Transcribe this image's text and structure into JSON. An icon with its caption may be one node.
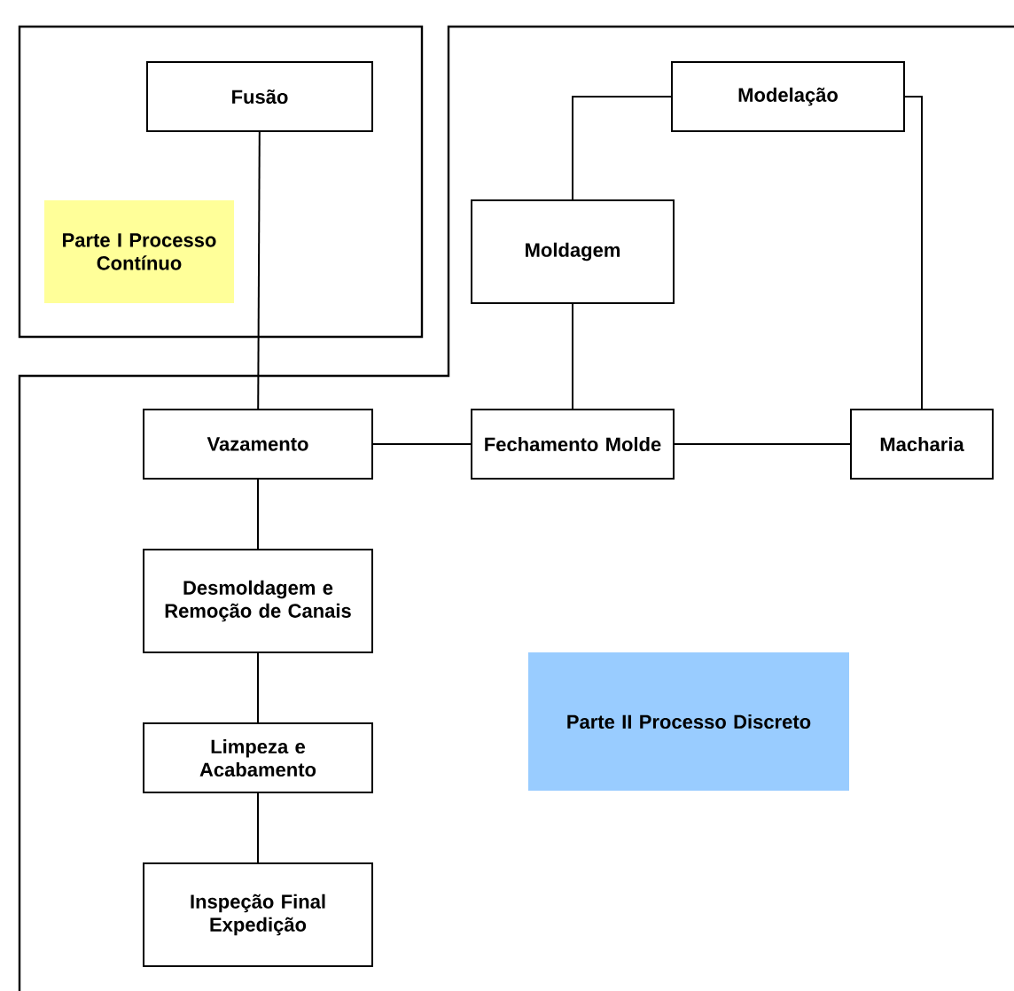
{
  "diagram": {
    "nodes": [
      {
        "text": [
          "Fusão"
        ]
      },
      {
        "text": [
          "Parte I Processo Contínuo"
        ]
      },
      {
        "text": [
          "Modelação"
        ]
      },
      {
        "text": [
          "Moldagem"
        ]
      },
      {
        "text": [
          "Vazamento"
        ]
      },
      {
        "text": [
          "Fechamento Molde"
        ]
      },
      {
        "text": [
          "Macharia"
        ]
      },
      {
        "text": [
          "Desmoldagem e Remoção de Canais"
        ]
      },
      {
        "text": [
          "Limpeza e Acabamento"
        ]
      },
      {
        "text": [
          "Inspeção Final Expedição"
        ]
      },
      {
        "text": [
          "Parte II Processo Discreto"
        ]
      }
    ],
    "edges": [
      {
        "from": 0,
        "to": 4,
        "arrow": "none"
      },
      {
        "from": 2,
        "to": 3,
        "arrow": "none"
      },
      {
        "from": 2,
        "to": 6,
        "arrow": "none"
      },
      {
        "from": 3,
        "to": 5,
        "arrow": "none"
      },
      {
        "from": 4,
        "to": 5,
        "arrow": "none"
      },
      {
        "from": 5,
        "to": 6,
        "arrow": "none"
      },
      {
        "from": 4,
        "to": 7,
        "arrow": "none"
      },
      {
        "from": 7,
        "to": 8,
        "arrow": "none"
      },
      {
        "from": 8,
        "to": 9,
        "arrow": "none"
      }
    ]
  }
}
